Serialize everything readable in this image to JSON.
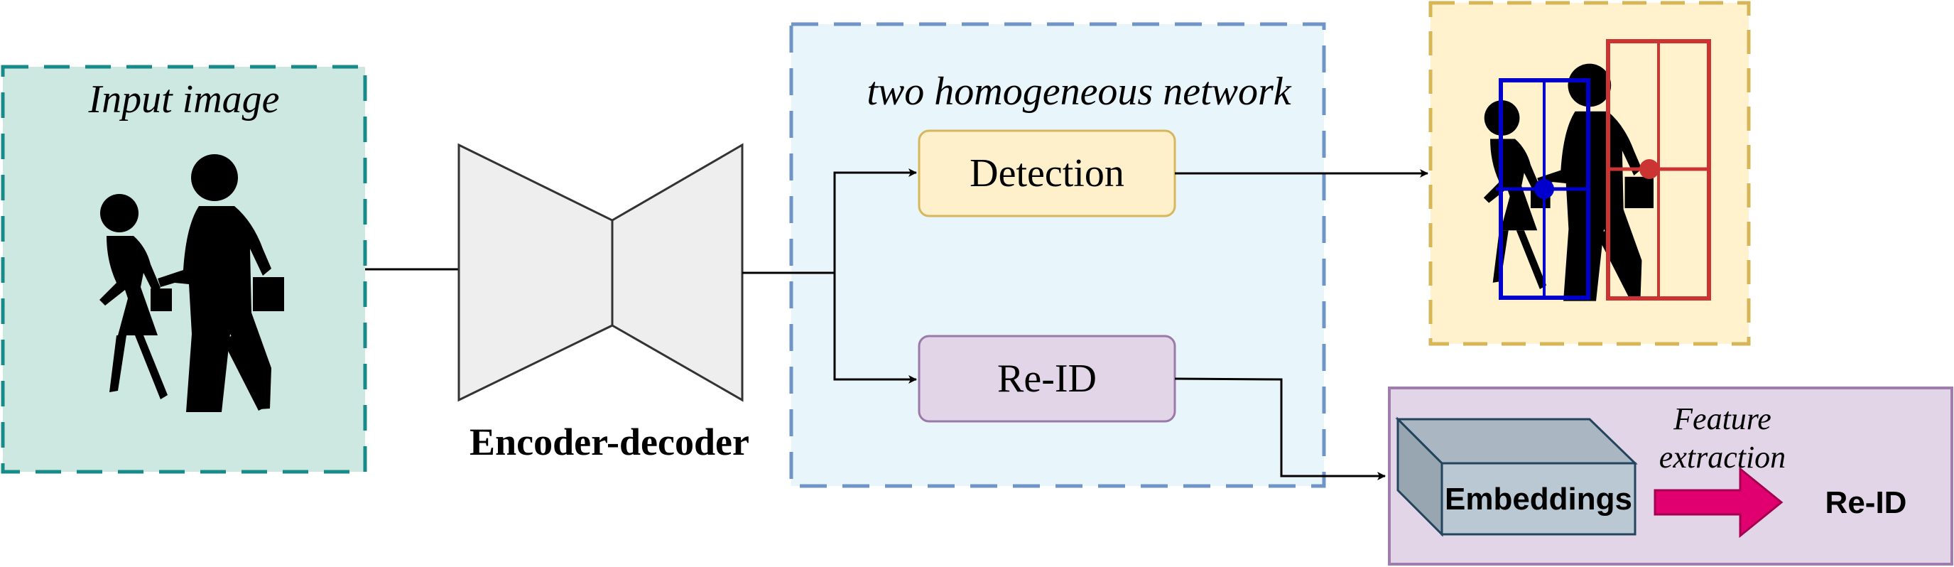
{
  "labels": {
    "input_image": "Input image",
    "encoder_decoder": "Encoder-decoder",
    "network_group": "two homogeneous network",
    "detection": "Detection",
    "reid_branch": "Re-ID",
    "embeddings": "Embeddings",
    "feature_extraction_line1": "Feature",
    "feature_extraction_line2": "extraction",
    "reid_output": "Re-ID"
  },
  "colors": {
    "input_fill": "#cde8e1",
    "input_border": "#178a8a",
    "network_fill": "#e8f5fa",
    "network_border": "#6f95c8",
    "detection_fill": "#fff0cc",
    "detection_border": "#d7b65c",
    "reid_fill": "#e2d5e8",
    "reid_border": "#9b79a9",
    "output_det_fill": "#fff2cc",
    "output_det_border": "#d6b656",
    "embed_panel_fill": "#e2d5e8",
    "embed_panel_border": "#9f7dac",
    "embed_front": "#bac8d3",
    "embed_top": "#aab7c2",
    "embed_side": "#98a6b2",
    "embed_edge": "#23445d",
    "arrow_pink": "#e0006f",
    "box_blue": "#0000cc",
    "box_red": "#cc3333",
    "encoder_fill": "#eeeeee",
    "encoder_stroke": "#333333"
  },
  "icons": {
    "pedestrians": "pedestrian-crossing-icon",
    "embeddings": "cuboid-icon",
    "feature_arrow": "arrow-right-icon"
  }
}
